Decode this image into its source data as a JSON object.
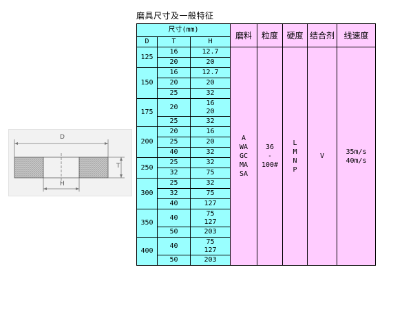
{
  "title": "磨具尺寸及一般特征",
  "diagram": {
    "label_d": "D",
    "label_t": "T",
    "label_h": "H"
  },
  "table": {
    "header_size": "尺寸(mm)",
    "header_abrasive": "磨料",
    "header_grit": "粒度",
    "header_hardness": "硬度",
    "header_bond": "结合剂",
    "header_speed": "线速度",
    "sub_d": "D",
    "sub_t": "T",
    "sub_h": "H",
    "rows": [
      {
        "d": "125",
        "t": [
          "16",
          "20"
        ],
        "h": [
          [
            "12.7"
          ],
          [
            "20"
          ]
        ]
      },
      {
        "d": "150",
        "t": [
          "16",
          "20",
          "25"
        ],
        "h": [
          [
            "12.7"
          ],
          [
            "20"
          ],
          [
            "32"
          ]
        ]
      },
      {
        "d": "175",
        "t": [
          "20",
          "25"
        ],
        "h": [
          [
            "16",
            "20"
          ],
          [
            "32"
          ]
        ]
      },
      {
        "d": "200",
        "t": [
          "20",
          "25",
          "40"
        ],
        "h": [
          [
            "16"
          ],
          [
            "20"
          ],
          [
            "32"
          ]
        ]
      },
      {
        "d": "250",
        "t": [
          "25",
          "32"
        ],
        "h": [
          [
            "32"
          ],
          [
            "75"
          ]
        ]
      },
      {
        "d": "300",
        "t": [
          "25",
          "32",
          "40"
        ],
        "h": [
          [
            "32"
          ],
          [
            "75"
          ],
          [
            "127"
          ]
        ]
      },
      {
        "d": "350",
        "t": [
          "40",
          "50"
        ],
        "h": [
          [
            "75",
            "127"
          ],
          [
            "203"
          ]
        ]
      },
      {
        "d": "400",
        "t": [
          "40",
          "50"
        ],
        "h": [
          [
            "75",
            "127"
          ],
          [
            "203"
          ]
        ]
      }
    ],
    "abrasive": [
      "A",
      "WA",
      "GC",
      "MA",
      "SA"
    ],
    "grit": [
      "36",
      "-",
      "100#"
    ],
    "hardness": [
      "L",
      "M",
      "N",
      "P"
    ],
    "bond": [
      "V"
    ],
    "speed": [
      "35m/s",
      "40m/s"
    ]
  },
  "colors": {
    "size_columns": "#99ffff",
    "property_columns": "#ffccff",
    "wheel_grain": "#bdbdbd"
  }
}
